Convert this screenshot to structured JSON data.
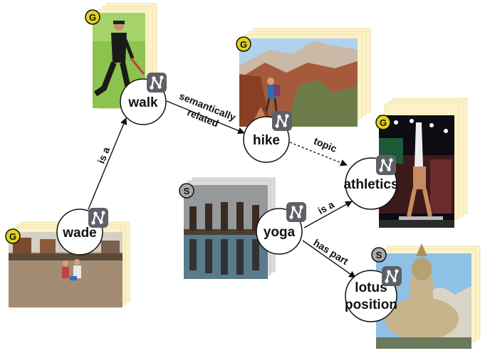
{
  "nodes": {
    "walk": "walk",
    "hike": "hike",
    "wade": "wade",
    "yoga": "yoga",
    "athletics": "athletics",
    "lotus_line1": "lotus",
    "lotus_line2": "position"
  },
  "edges": {
    "is_a_wade_walk": "is a",
    "semantically_line1": "semantically",
    "semantically_line2": "related",
    "topic": "topic",
    "is_a_yoga_athletics": "is a",
    "has_part": "has part"
  },
  "badges": {
    "g": "G",
    "s": "S"
  },
  "colors": {
    "stack_cream": "#fdf2c6",
    "stack_gray": "#dcdcdc",
    "badge_g": "#e2d21c",
    "badge_s": "#a9a9a9",
    "node_icon": "#5f6067"
  }
}
